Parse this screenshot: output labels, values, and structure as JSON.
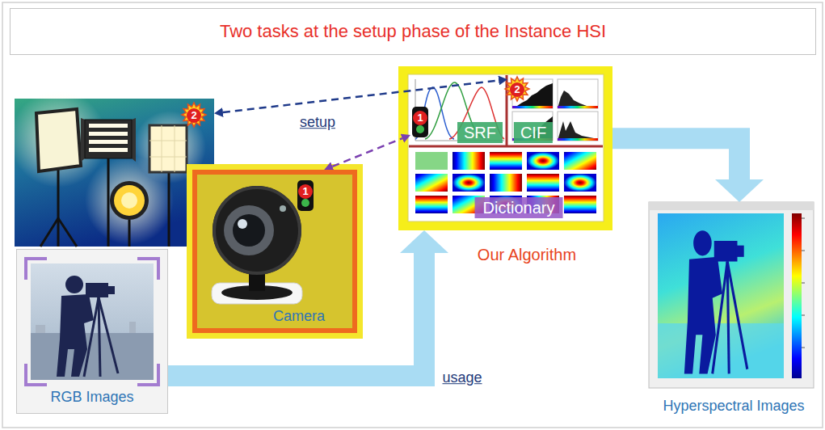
{
  "diagram": {
    "title": "Two tasks at the setup phase of the Instance HSI",
    "nodes": [
      {
        "text": [
          "2"
        ]
      },
      {
        "text": [
          "1",
          "Camera"
        ]
      },
      {
        "text": [
          "RGB Images"
        ]
      },
      {
        "text": [
          "Our Algorithm"
        ]
      },
      {
        "text": [
          "1",
          "SRF"
        ],
        "in": 3
      },
      {
        "text": [
          "2",
          "CIF"
        ],
        "in": 3
      },
      {
        "text": [
          "Dictionary"
        ],
        "in": 3
      },
      {
        "text": [
          "Hyperspectral Images"
        ]
      }
    ],
    "edges": [
      {
        "from": 0,
        "to": 5,
        "arrow": "both",
        "label": "setup"
      },
      {
        "from": 1,
        "to": 4,
        "arrow": "both"
      },
      {
        "from": 2,
        "to": 3,
        "arrow": "to",
        "label": "usage"
      },
      {
        "from": 3,
        "to": 7,
        "arrow": "to"
      }
    ]
  }
}
